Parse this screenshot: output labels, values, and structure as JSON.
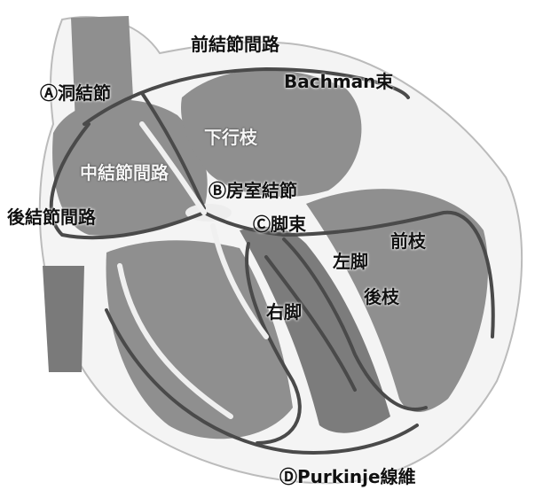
{
  "labels": {
    "anterior_internodal": "前結節間路",
    "bachman": "Bachman束",
    "sa_node": "Ⓐ洞結節",
    "descending_branch": "下行枝",
    "middle_internodal": "中結節間路",
    "av_node": "Ⓑ房室結節",
    "posterior_internodal": "後結節間路",
    "his_bundle": "Ⓒ脚束",
    "anterior_fascicle": "前枝",
    "left_bundle": "左脚",
    "posterior_fascicle": "後枝",
    "right_bundle": "右脚",
    "purkinje": "ⒹPurkinje線維"
  },
  "colors": {
    "muscle": "#8f8f8f",
    "muscle_dark": "#6f6f6f",
    "conduction": "#4a4a4a",
    "outline": "#222222",
    "fiber_light": "#f0f0f0"
  }
}
